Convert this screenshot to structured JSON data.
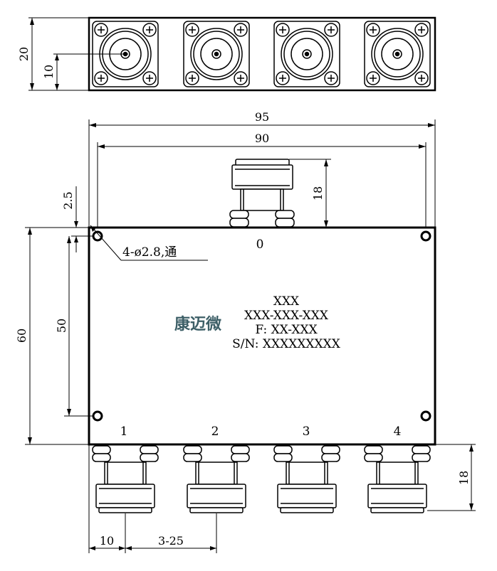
{
  "dimensions": {
    "top_height": "20",
    "top_center": "10",
    "overall_width": "95",
    "hole_span": "90",
    "top_connector_len": "18",
    "hole_offset": "2.5",
    "hole_spec": "4-ø2.8,通",
    "body_height": "60",
    "hole_pitch_vertical": "50",
    "bottom_connector_len": "18",
    "first_port_offset": "10",
    "port_pitch": "3-25"
  },
  "ports": {
    "input": "0",
    "outputs": [
      "1",
      "2",
      "3",
      "4"
    ]
  },
  "label": {
    "brand": "康迈微",
    "line1": "XXX",
    "line2": "XXX-XXX-XXX",
    "line3": "F: XX-XXX",
    "line4": "S/N: XXXXXXXXX"
  },
  "colors": {
    "line": "#000000",
    "brand": "#3d5f67"
  }
}
